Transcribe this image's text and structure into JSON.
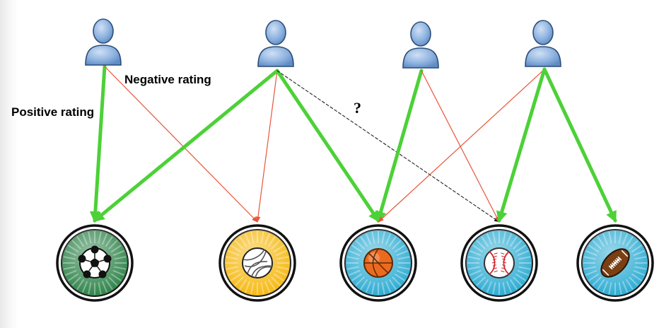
{
  "labels": {
    "positive": "Positive rating",
    "negative": "Negative rating",
    "unknown": "?"
  },
  "colors": {
    "positive_edge": "#4cd137",
    "negative_edge": "#e8553a",
    "unknown_edge": "#222222",
    "user_fill": "#8fb3e0",
    "user_stroke": "#2b4d78"
  },
  "users": [
    {
      "name": "user-1"
    },
    {
      "name": "user-2"
    },
    {
      "name": "user-3"
    },
    {
      "name": "user-4"
    }
  ],
  "items": [
    {
      "name": "soccer-ball",
      "ring": "#1f7a3c",
      "icon": "soccer-ball-icon"
    },
    {
      "name": "volleyball",
      "ring": "#f5b400",
      "icon": "volleyball-icon"
    },
    {
      "name": "basketball",
      "ring": "#1ea6cf",
      "icon": "basketball-icon"
    },
    {
      "name": "baseball",
      "ring": "#1ea6cf",
      "icon": "baseball-icon"
    },
    {
      "name": "football",
      "ring": "#1ea6cf",
      "icon": "football-icon"
    }
  ],
  "edges": [
    {
      "user": 0,
      "item": 0,
      "type": "positive"
    },
    {
      "user": 0,
      "item": 1,
      "type": "negative"
    },
    {
      "user": 1,
      "item": 0,
      "type": "positive"
    },
    {
      "user": 1,
      "item": 1,
      "type": "negative"
    },
    {
      "user": 1,
      "item": 2,
      "type": "positive"
    },
    {
      "user": 1,
      "item": 3,
      "type": "unknown"
    },
    {
      "user": 2,
      "item": 2,
      "type": "positive"
    },
    {
      "user": 2,
      "item": 3,
      "type": "negative"
    },
    {
      "user": 3,
      "item": 2,
      "type": "negative"
    },
    {
      "user": 3,
      "item": 3,
      "type": "positive"
    },
    {
      "user": 3,
      "item": 4,
      "type": "positive"
    }
  ]
}
